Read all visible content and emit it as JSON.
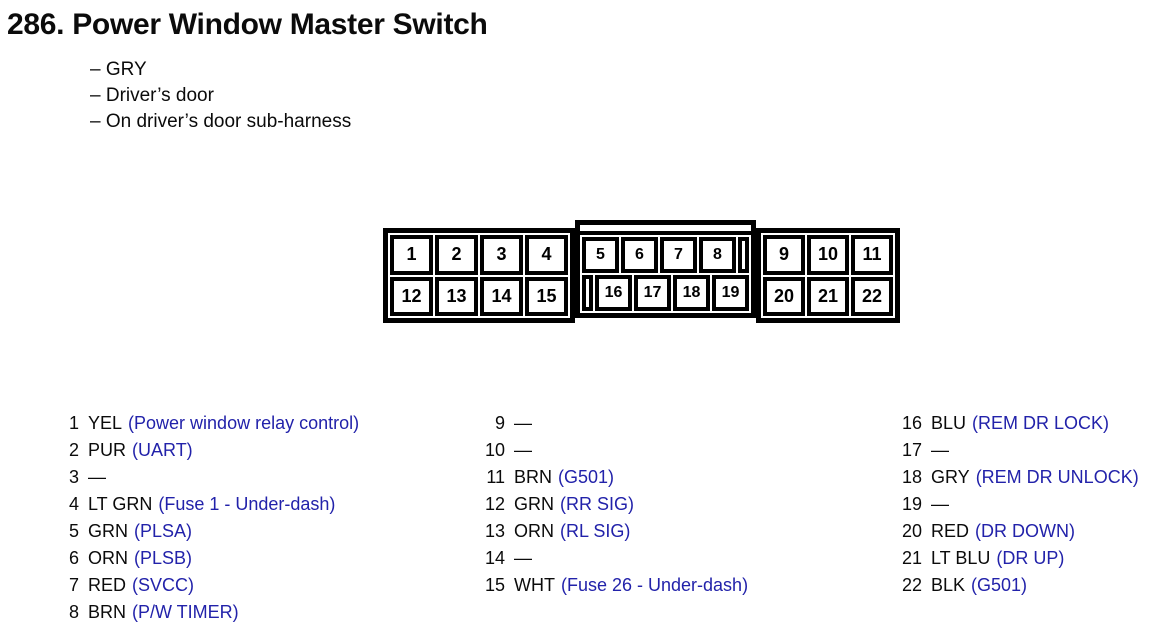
{
  "header": {
    "title": "286. Power Window Master Switch",
    "bullets": [
      "– GRY",
      "– Driver’s door",
      "– On driver’s door sub-harness"
    ]
  },
  "connector": {
    "left": {
      "top": [
        "1",
        "2",
        "3",
        "4"
      ],
      "bottom": [
        "12",
        "13",
        "14",
        "15"
      ]
    },
    "middle": {
      "top": [
        "5",
        "6",
        "7",
        "8"
      ],
      "bottom": [
        "16",
        "17",
        "18",
        "19"
      ]
    },
    "right": {
      "top": [
        "9",
        "10",
        "11"
      ],
      "bottom": [
        "20",
        "21",
        "22"
      ]
    }
  },
  "pin_list": {
    "columns": [
      {
        "rows": [
          {
            "num": "1",
            "wire": "YEL",
            "signal": "(Power window relay control)"
          },
          {
            "num": "2",
            "wire": "PUR",
            "signal": "(UART)"
          },
          {
            "num": "3",
            "wire": "—",
            "signal": ""
          },
          {
            "num": "4",
            "wire": "LT GRN",
            "signal": "(Fuse 1 - Under-dash)"
          },
          {
            "num": "5",
            "wire": "GRN",
            "signal": "(PLSA)"
          },
          {
            "num": "6",
            "wire": "ORN",
            "signal": "(PLSB)"
          },
          {
            "num": "7",
            "wire": "RED",
            "signal": "(SVCC)"
          },
          {
            "num": "8",
            "wire": "BRN",
            "signal": "(P/W TIMER)"
          }
        ]
      },
      {
        "rows": [
          {
            "num": "9",
            "wire": "—",
            "signal": ""
          },
          {
            "num": "10",
            "wire": "—",
            "signal": ""
          },
          {
            "num": "11",
            "wire": "BRN",
            "signal": "(G501)"
          },
          {
            "num": "12",
            "wire": "GRN",
            "signal": "(RR SIG)"
          },
          {
            "num": "13",
            "wire": "ORN",
            "signal": "(RL SIG)"
          },
          {
            "num": "14",
            "wire": "—",
            "signal": ""
          },
          {
            "num": "15",
            "wire": "WHT",
            "signal": "(Fuse 26 - Under-dash)"
          }
        ]
      },
      {
        "rows": [
          {
            "num": "16",
            "wire": "BLU",
            "signal": "(REM DR LOCK)"
          },
          {
            "num": "17",
            "wire": "—",
            "signal": ""
          },
          {
            "num": "18",
            "wire": "GRY",
            "signal": "(REM DR UNLOCK)"
          },
          {
            "num": "19",
            "wire": "—",
            "signal": ""
          },
          {
            "num": "20",
            "wire": "RED",
            "signal": "(DR DOWN)"
          },
          {
            "num": "21",
            "wire": "LT BLU",
            "signal": "(DR UP)"
          },
          {
            "num": "22",
            "wire": "BLK",
            "signal": "(G501)"
          }
        ]
      }
    ]
  },
  "colors": {
    "text": "#0b0b0b",
    "signal_blue": "#2222aa"
  }
}
